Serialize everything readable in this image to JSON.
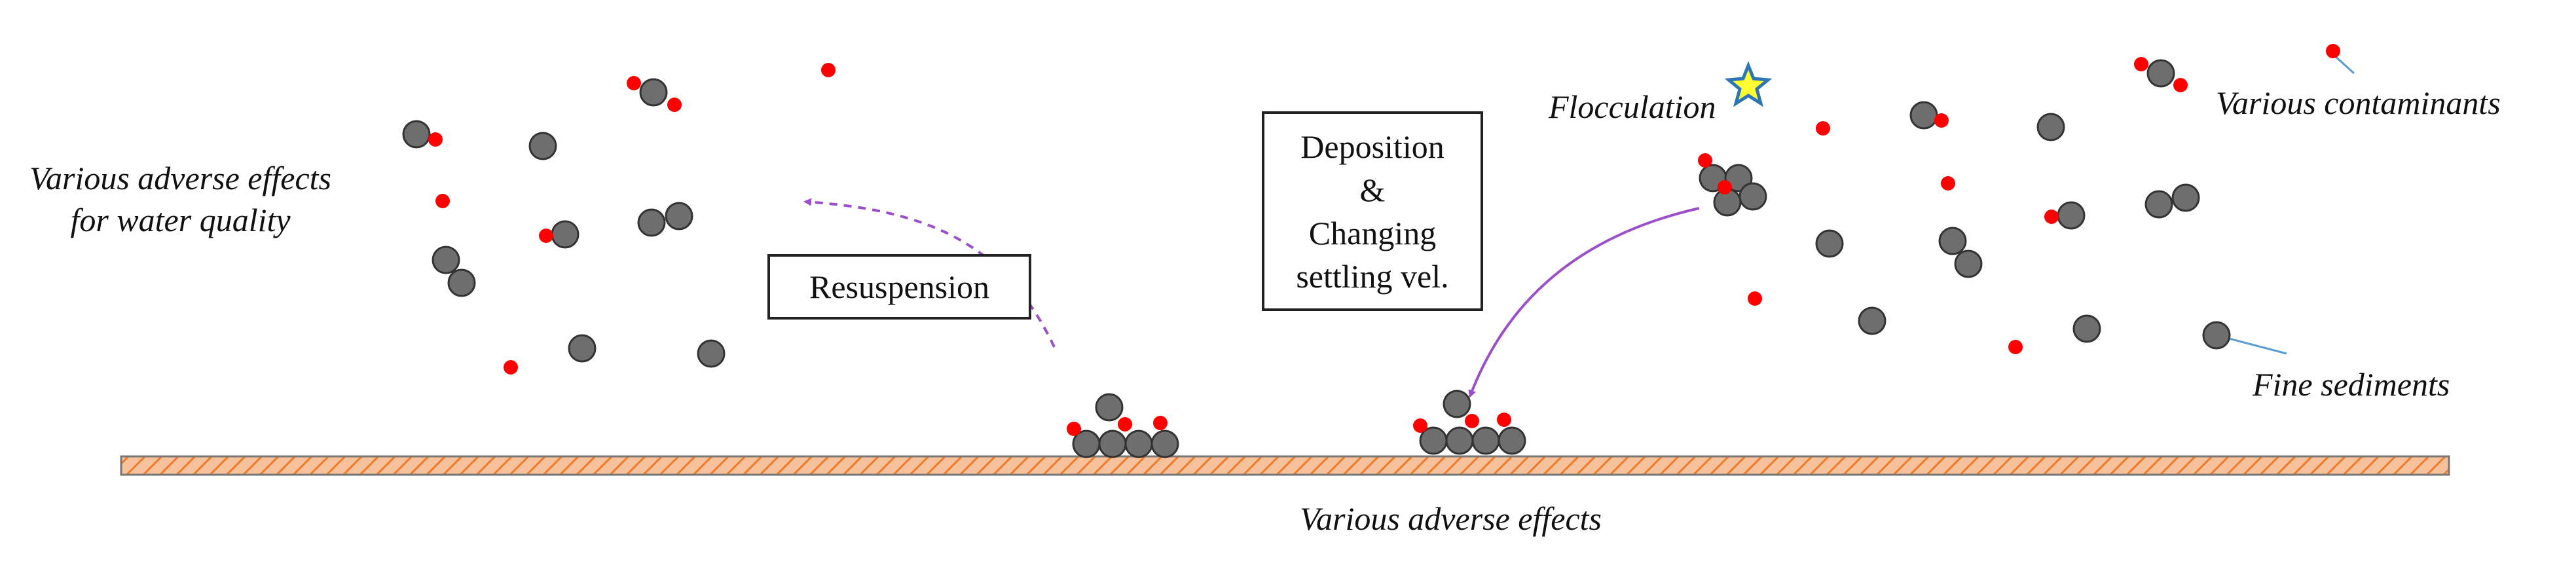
{
  "labels": {
    "left_effects_line1": "Various adverse effects",
    "left_effects_line2": "for water quality",
    "resuspension": "Resuspension",
    "deposition_line1": "Deposition",
    "deposition_line2": "&",
    "deposition_line3": "Changing",
    "deposition_line4": "settling vel.",
    "flocculation": "Flocculation",
    "contaminants": "Various contaminants",
    "fine_sediments": "Fine sediments",
    "bottom_effects": "Various adverse effects"
  },
  "colors": {
    "sediment_fill": "#6e6e6e",
    "sediment_stroke": "#333333",
    "contaminant": "#ff0000",
    "arrow": "#9b4fc8",
    "bed_fill": "#f7c29b",
    "bed_hatch": "#ee7a2a",
    "leader_line": "#5b9bd5",
    "star_fill": "#ffff33",
    "star_stroke": "#2e75b6"
  }
}
